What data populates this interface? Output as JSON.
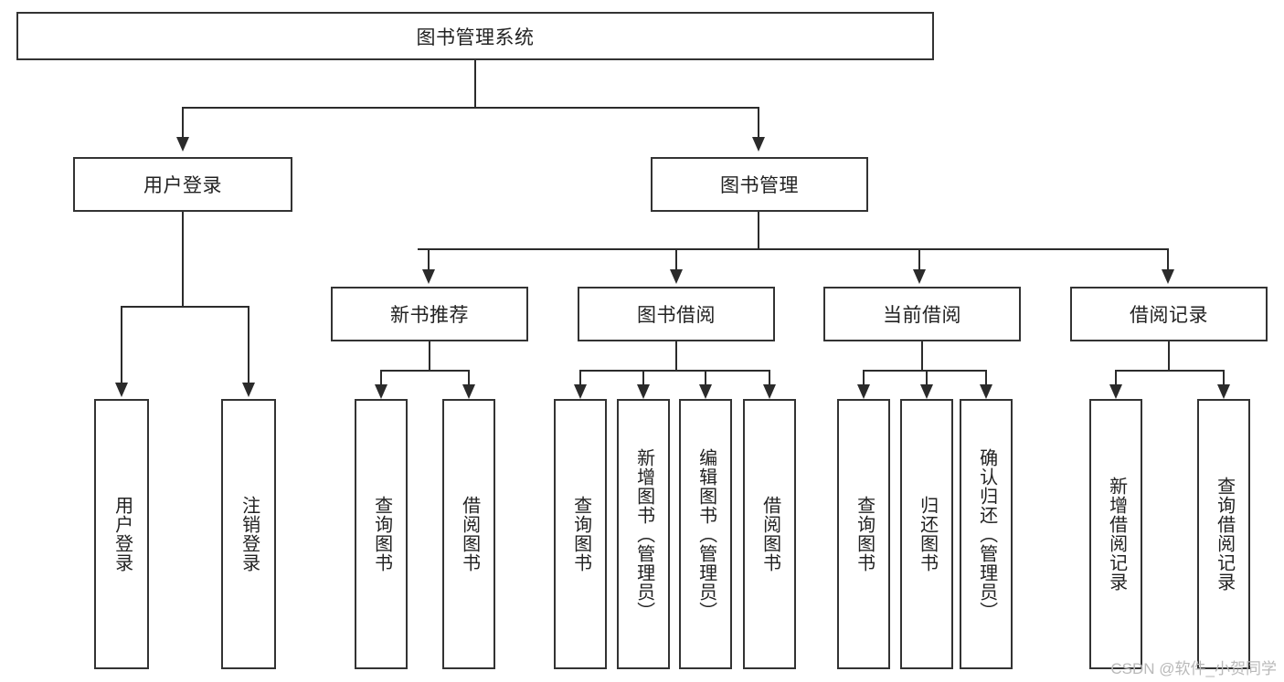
{
  "diagram": {
    "type": "tree-hierarchy-diagram",
    "root": {
      "label": "图书管理系统"
    },
    "level2": [
      {
        "label": "用户登录"
      },
      {
        "label": "图书管理"
      }
    ],
    "level3": [
      {
        "label": "新书推荐"
      },
      {
        "label": "图书借阅"
      },
      {
        "label": "当前借阅"
      },
      {
        "label": "借阅记录"
      }
    ],
    "leaves": {
      "user_login": [
        {
          "label": "用户登录"
        },
        {
          "label": "注销登录"
        }
      ],
      "new_book_recommend": [
        {
          "label": "查询图书"
        },
        {
          "label": "借阅图书"
        }
      ],
      "book_borrow": [
        {
          "label": "查询图书"
        },
        {
          "label": "新增图书（管理员）"
        },
        {
          "label": "编辑图书（管理员）"
        },
        {
          "label": "借阅图书"
        }
      ],
      "current_borrow": [
        {
          "label": "查询图书"
        },
        {
          "label": "归还图书"
        },
        {
          "label": "确认归还（管理员）"
        }
      ],
      "borrow_record": [
        {
          "label": "新增借阅记录"
        },
        {
          "label": "查询借阅记录"
        }
      ]
    }
  },
  "watermark": {
    "text": "CSDN @软件_小贺同学"
  },
  "colors": {
    "border": "#333333",
    "line": "#2b2b2b",
    "text": "#222222",
    "background": "#ffffff",
    "watermark": "#b9b9b9"
  }
}
